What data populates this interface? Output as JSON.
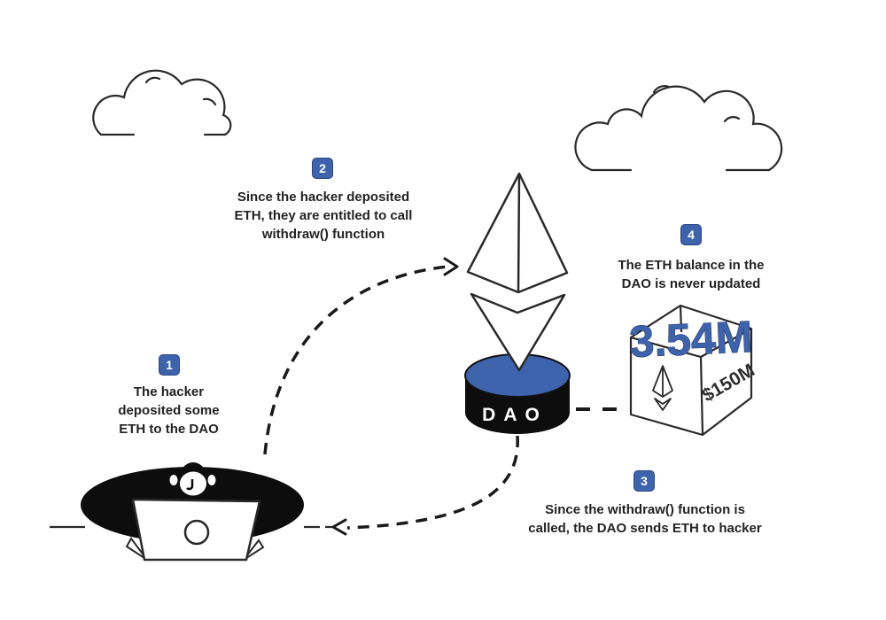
{
  "steps": [
    {
      "number": "1",
      "text": "The hacker\ndeposited some\nETH to the DAO"
    },
    {
      "number": "2",
      "text": "Since the hacker deposited\nETH, they are entitled to call\nwithdraw() function"
    },
    {
      "number": "3",
      "text": "Since the withdraw() function is\ncalled, the DAO sends ETH to hacker"
    },
    {
      "number": "4",
      "text": "The ETH balance in the\nDAO is never updated"
    }
  ],
  "dao": {
    "label": "DAO"
  },
  "vault": {
    "eth_amount": "3.54M",
    "usd_value": "$150M"
  },
  "icons": {
    "cloud_left": "cloud-outline",
    "cloud_right": "cloud-outline",
    "ethereum": "ethereum-logo",
    "dao_cylinder": "database-cylinder",
    "vault_box": "open-box",
    "hacker": "hooded-hacker-with-laptop",
    "arrow_deposit": "dashed-curved-arrow-right",
    "arrow_withdraw": "dashed-curved-arrow-left",
    "arrow_balance": "dashed-line"
  },
  "colors": {
    "accent_blue": "#3d63ad",
    "ink": "#2a2a2a",
    "black": "#0d0d0d",
    "text": "#232323"
  }
}
